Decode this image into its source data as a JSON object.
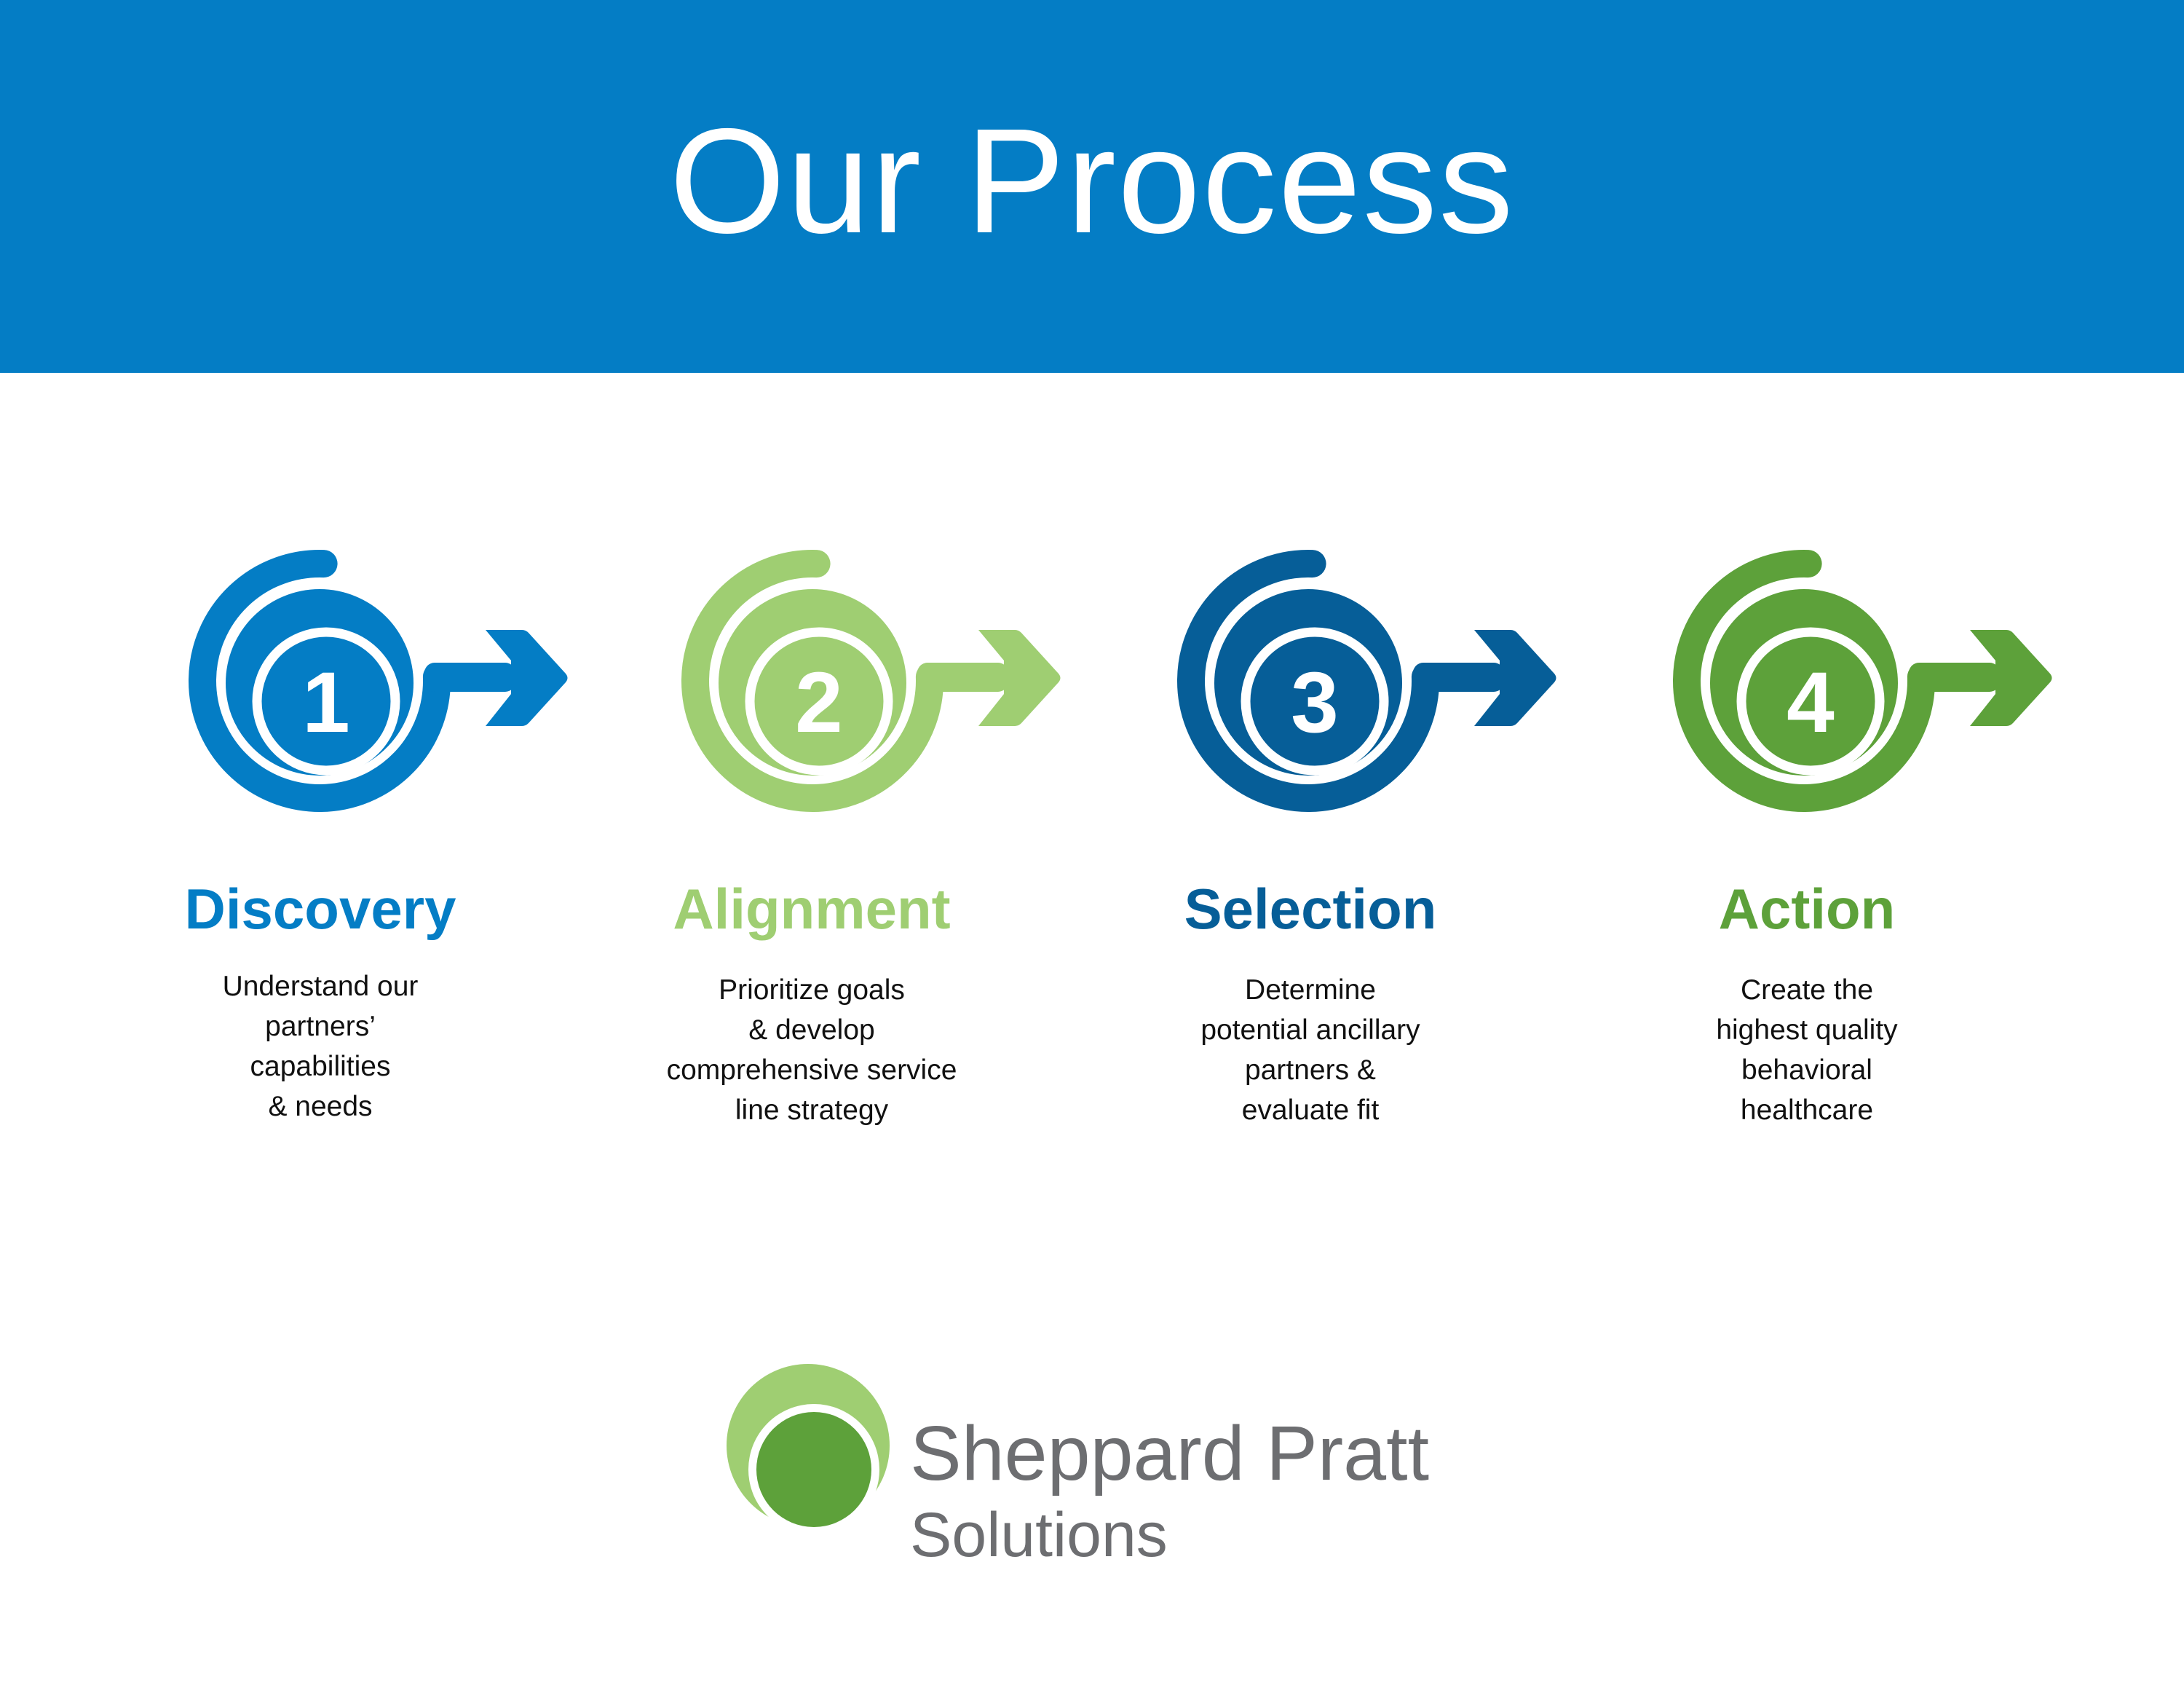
{
  "header": {
    "title": "Our Process",
    "background_color": "#047DC5"
  },
  "steps": [
    {
      "number": "1",
      "title": "Discovery",
      "color": "#047DC5",
      "icon": "spiral-arrow-icon",
      "description": [
        "Understand our",
        "partners’",
        "capabilities",
        "& needs"
      ]
    },
    {
      "number": "2",
      "title": "Alignment",
      "color": "#9FCE72",
      "icon": "spiral-arrow-icon",
      "description": [
        "Prioritize goals",
        "& develop",
        "comprehensive service",
        "line strategy"
      ]
    },
    {
      "number": "3",
      "title": "Selection",
      "color": "#065E98",
      "icon": "spiral-arrow-icon",
      "description": [
        "Determine",
        "potential ancillary",
        "partners &",
        "evaluate fit"
      ]
    },
    {
      "number": "4",
      "title": "Action",
      "color": "#5DA13A",
      "icon": "spiral-arrow-icon",
      "description": [
        "Create the",
        "highest quality",
        "behavioral",
        "healthcare"
      ]
    }
  ],
  "logo": {
    "name": "Sheppard Pratt",
    "subtitle": "Solutions",
    "text_color": "#6D6E71",
    "mark_outer_color": "#9FCE72",
    "mark_inner_color": "#5DA13A"
  }
}
